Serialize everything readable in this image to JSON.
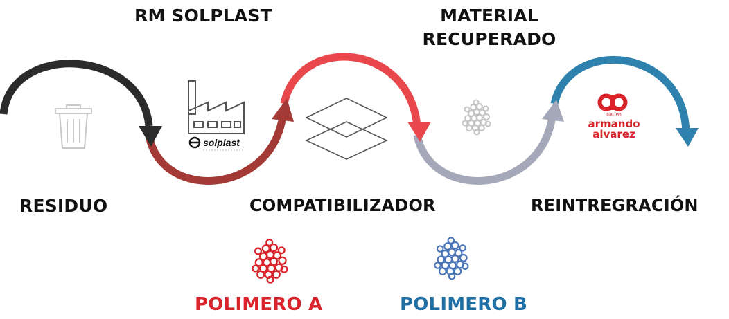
{
  "labels": {
    "rm_solplast": "RM SOLPLAST",
    "material_line1": "MATERIAL",
    "material_line2": "RECUPERADO",
    "residuo": "RESIDUO",
    "compatibilizador": "COMPATIBILIZADOR",
    "reintegracion": "REINTREGRACIÓN",
    "polimero_a": "POLIMERO A",
    "polimero_b": "POLIMERO B"
  },
  "logos": {
    "solplast": "solplast",
    "grupo": "GRUPO",
    "armando": "armando",
    "alvarez": "alvarez"
  },
  "icons": [
    "trash-icon",
    "factory-icon",
    "layers-icon",
    "pellets-icon"
  ],
  "colors": {
    "black_arc": "#2b2b2b",
    "dark_red_arc": "#a33a35",
    "red_arc": "#e8474b",
    "gray_arc": "#a5a8b8",
    "blue_arc": "#2f82ad",
    "polymer_a": "#d8232a",
    "polymer_b": "#1f6fa5",
    "recovered_pellets": "#c4c4c4",
    "brand_red": "#d8232a"
  }
}
